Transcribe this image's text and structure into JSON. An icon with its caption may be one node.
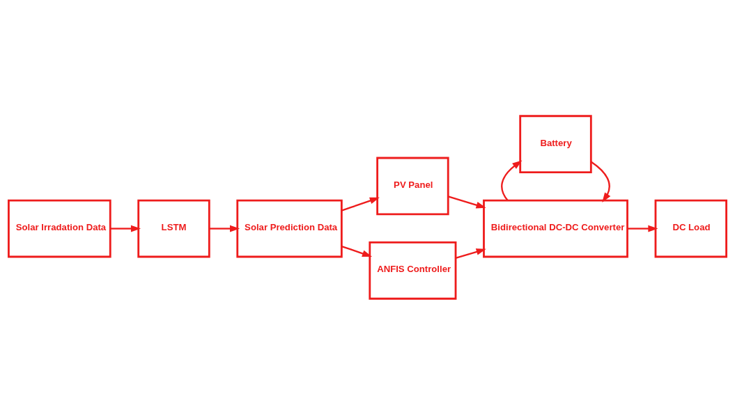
{
  "diagram": {
    "nodes": [
      {
        "text": [
          "Solar Irradation Data"
        ]
      },
      {
        "text": [
          "LSTM"
        ]
      },
      {
        "text": [
          "Solar Prediction Data"
        ]
      },
      {
        "text": [
          "PV Panel"
        ]
      },
      {
        "text": [
          "Bidirectional DC-DC Converter"
        ]
      },
      {
        "text": [
          "DC Load"
        ]
      },
      {
        "text": [
          "Battery"
        ]
      },
      {
        "text": [
          "ANFIS Controller"
        ]
      }
    ],
    "edges": [
      {
        "from": 0,
        "to": 1,
        "arrow": "to"
      },
      {
        "from": 1,
        "to": 2,
        "arrow": "to"
      },
      {
        "from": 2,
        "to": 3,
        "arrow": "to"
      },
      {
        "from": 3,
        "to": 4,
        "arrow": "to"
      },
      {
        "from": 4,
        "to": 5,
        "arrow": "to"
      },
      {
        "from": 6,
        "to": 4,
        "arrow": "to"
      },
      {
        "from": 4,
        "to": 6,
        "arrow": "to"
      },
      {
        "from": 2,
        "to": 7,
        "arrow": "to"
      },
      {
        "from": 7,
        "to": 4,
        "arrow": "to"
      }
    ]
  }
}
